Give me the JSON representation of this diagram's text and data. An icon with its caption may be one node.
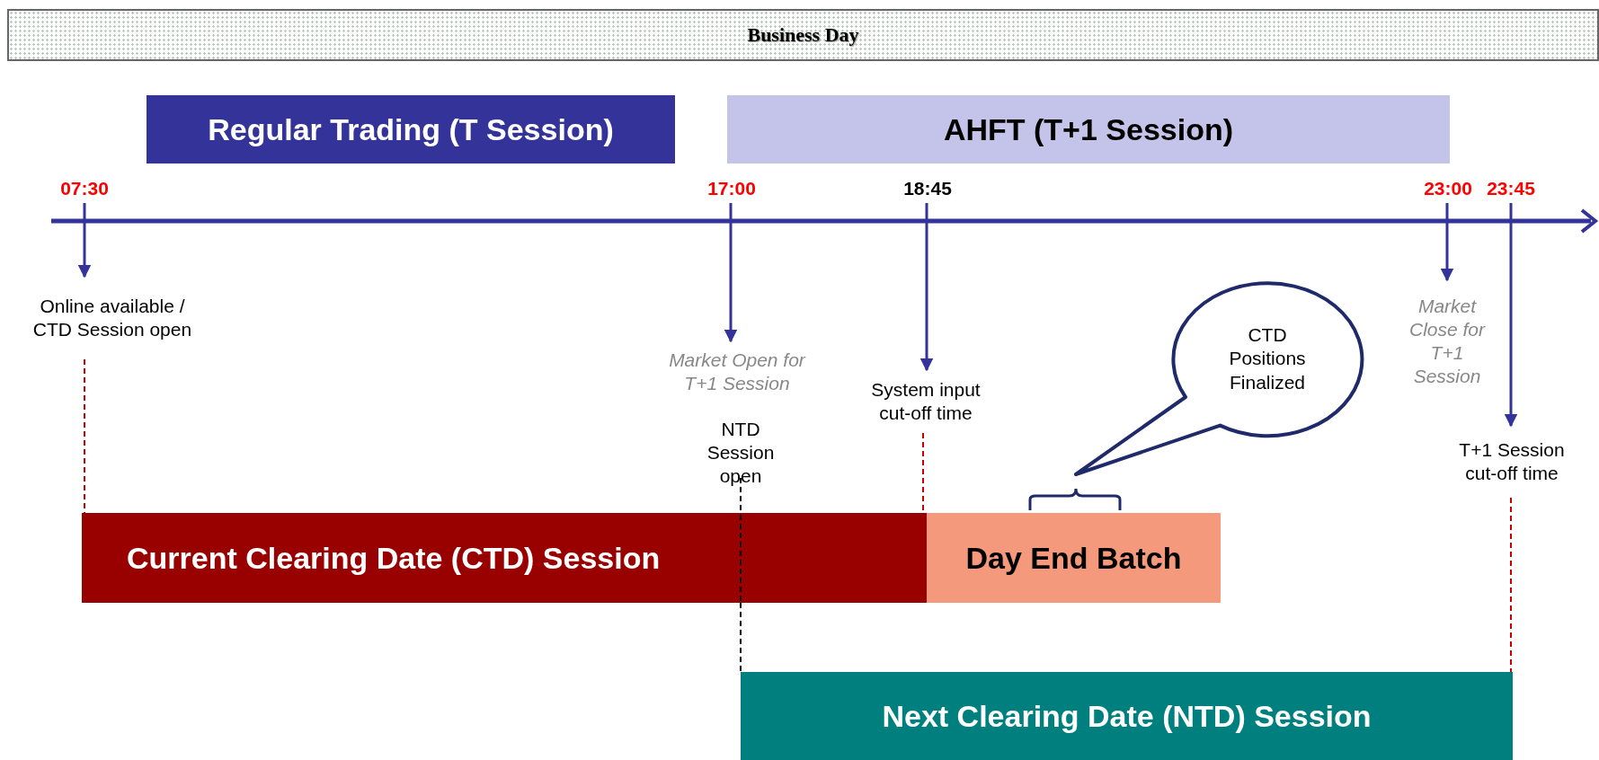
{
  "diagram": {
    "nodes": [
      {
        "text": [
          "Business Day"
        ]
      },
      {
        "text": [
          "Regular Trading (T Session)"
        ]
      },
      {
        "text": [
          "AHFT (T+1 Session)"
        ]
      },
      {
        "text": [
          "Online available / CTD Session open"
        ]
      },
      {
        "text": [
          "Market Open for T+1 Session"
        ]
      },
      {
        "text": [
          "NTD Session open"
        ]
      },
      {
        "text": [
          "System input cut-off time"
        ]
      },
      {
        "text": [
          "Market Close for T+1 Session"
        ]
      },
      {
        "text": [
          "T+1 Session cut-off time"
        ]
      },
      {
        "text": [
          "CTD Positions Finalized"
        ]
      },
      {
        "text": [
          "Current Clearing Date (CTD) Session"
        ]
      },
      {
        "text": [
          "Day End Batch"
        ]
      },
      {
        "text": [
          "Next Clearing Date (NTD) Session"
        ]
      },
      {
        "text": [
          "07:30"
        ]
      },
      {
        "text": [
          "17:00"
        ]
      },
      {
        "text": [
          "18:45"
        ]
      },
      {
        "text": [
          "23:00"
        ]
      },
      {
        "text": [
          "23:45"
        ]
      }
    ],
    "edges": [
      {
        "from": 13,
        "to": 3,
        "arrow": "to"
      },
      {
        "from": 14,
        "to": 4,
        "arrow": "to"
      },
      {
        "from": 15,
        "to": 6,
        "arrow": "to"
      },
      {
        "from": 16,
        "to": 7,
        "arrow": "to"
      },
      {
        "from": 17,
        "to": 8,
        "arrow": "to"
      },
      {
        "from": 3,
        "to": 10,
        "arrow": "none",
        "style": "dashed",
        "color": "#cc0000"
      },
      {
        "from": 6,
        "to": 10,
        "arrow": "none",
        "style": "dashed",
        "color": "#cc0000"
      },
      {
        "from": 8,
        "to": 12,
        "arrow": "none",
        "style": "dashed",
        "color": "#cc0000"
      },
      {
        "from": 5,
        "to": 10,
        "arrow": "none",
        "style": "dashed",
        "color": "#000000"
      },
      {
        "from": 10,
        "to": 12,
        "arrow": "none",
        "style": "dashed",
        "color": "#000000"
      }
    ]
  }
}
